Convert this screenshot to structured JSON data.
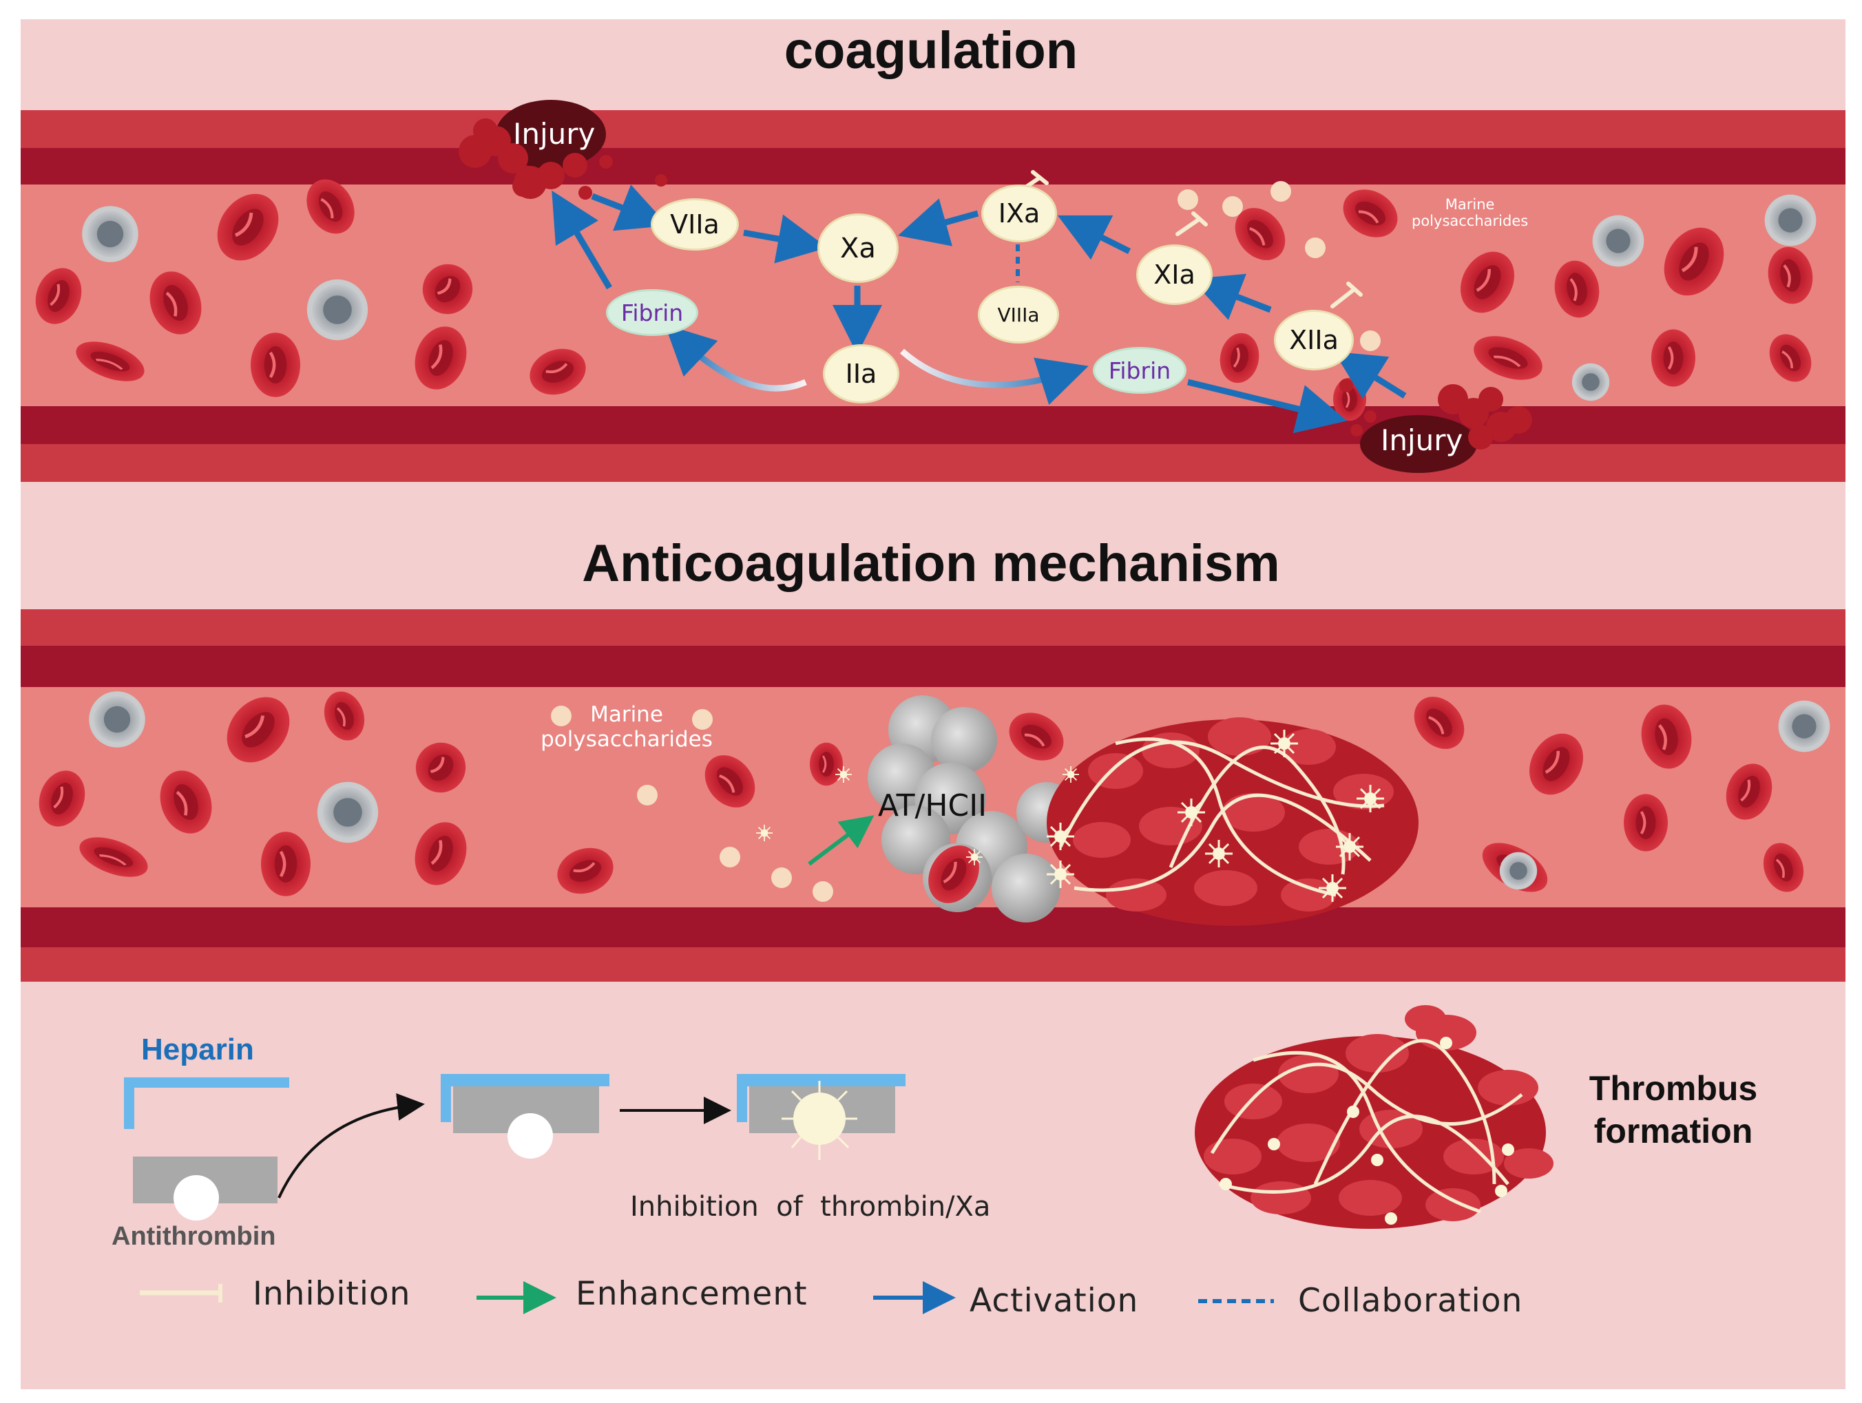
{
  "titles": {
    "coagulation": "coagulation",
    "anticoagulation": "Anticoagulation mechanism"
  },
  "coagulation_panel": {
    "injury_left": "Injury",
    "injury_right": "Injury",
    "marine_label": "Marine\npolysaccharides",
    "factors": {
      "VIIa": "VIIa",
      "Xa": "Xa",
      "IXa": "IXa",
      "VIIIa": "VIIIa",
      "XIa": "XIa",
      "XIIa": "XIIa",
      "IIa": "IIa"
    },
    "fibrin_left": "Fibrin",
    "fibrin_right": "Fibrin"
  },
  "anticoagulation_panel": {
    "marine_label": "Marine\npolysaccharides",
    "at_hcii": "AT/HCII"
  },
  "bottom": {
    "heparin": "Heparin",
    "antithrombin": "Antithrombin",
    "inhibition_caption": "Inhibition  of  thrombin/Xa",
    "thrombus": "Thrombus\nformation"
  },
  "legend": {
    "inhibition": "Inhibition",
    "enhancement": "Enhancement",
    "activation": "Activation",
    "collaboration": "Collaboration"
  },
  "colors": {
    "background": "#f4cfcf",
    "vessel_wall": "#a0142c",
    "vessel_wall_light": "#c93a45",
    "lumen": "#e8837f",
    "activation_arrow": "#1b6fb8",
    "enhancement_arrow": "#1aa36b",
    "inhibition_line": "#f6ecd0",
    "heparin_blue": "#69b8ec",
    "antithrombin_gray": "#a9a9a9"
  }
}
